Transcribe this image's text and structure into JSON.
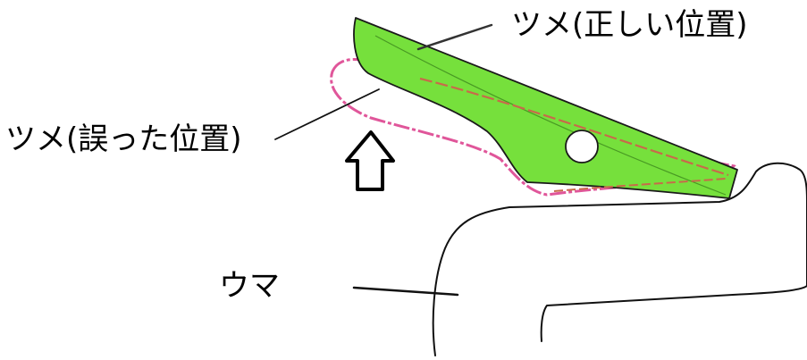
{
  "labels": {
    "correct_position": "ツメ(正しい位置)",
    "wrong_position": "ツメ(誤った位置)",
    "uma": "ウマ"
  },
  "colors": {
    "claw_fill": "#76e03c",
    "claw_stroke": "#1a1a1a",
    "wrong_outline": "#e0569a",
    "wrong_outline_inner": "#c86a4a",
    "ink": "#111111"
  },
  "icons": {
    "arrow": "up-arrow-icon"
  }
}
